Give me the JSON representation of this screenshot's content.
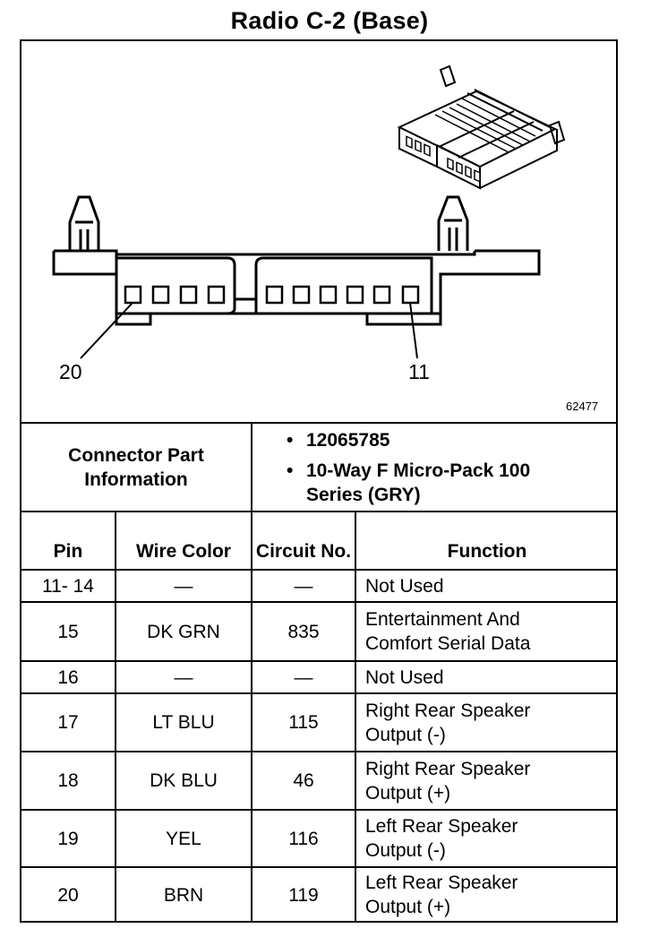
{
  "title": "Radio C-2 (Base)",
  "diagram": {
    "label_left": "20",
    "label_right": "11",
    "ref_number": "62477"
  },
  "connector_info": {
    "label": "Connector Part Information",
    "items": [
      "12065785",
      "10-Way F Micro-Pack 100 Series (GRY)"
    ]
  },
  "table": {
    "headers": {
      "pin": "Pin",
      "wire_color": "Wire Color",
      "circuit": "Circuit No.",
      "function": "Function"
    },
    "rows": [
      {
        "pin": "11- 14",
        "wire_color": "—",
        "circuit": "—",
        "function": "Not Used"
      },
      {
        "pin": "15",
        "wire_color": "DK GRN",
        "circuit": "835",
        "function": "Entertainment And Comfort Serial Data"
      },
      {
        "pin": "16",
        "wire_color": "—",
        "circuit": "—",
        "function": "Not Used"
      },
      {
        "pin": "17",
        "wire_color": "LT BLU",
        "circuit": "115",
        "function": "Right Rear Speaker Output (-)"
      },
      {
        "pin": "18",
        "wire_color": "DK BLU",
        "circuit": "46",
        "function": "Right Rear Speaker Output (+)"
      },
      {
        "pin": "19",
        "wire_color": "YEL",
        "circuit": "116",
        "function": "Left Rear Speaker Output (-)"
      },
      {
        "pin": "20",
        "wire_color": "BRN",
        "circuit": "119",
        "function": "Left Rear Speaker Output (+)"
      }
    ]
  }
}
